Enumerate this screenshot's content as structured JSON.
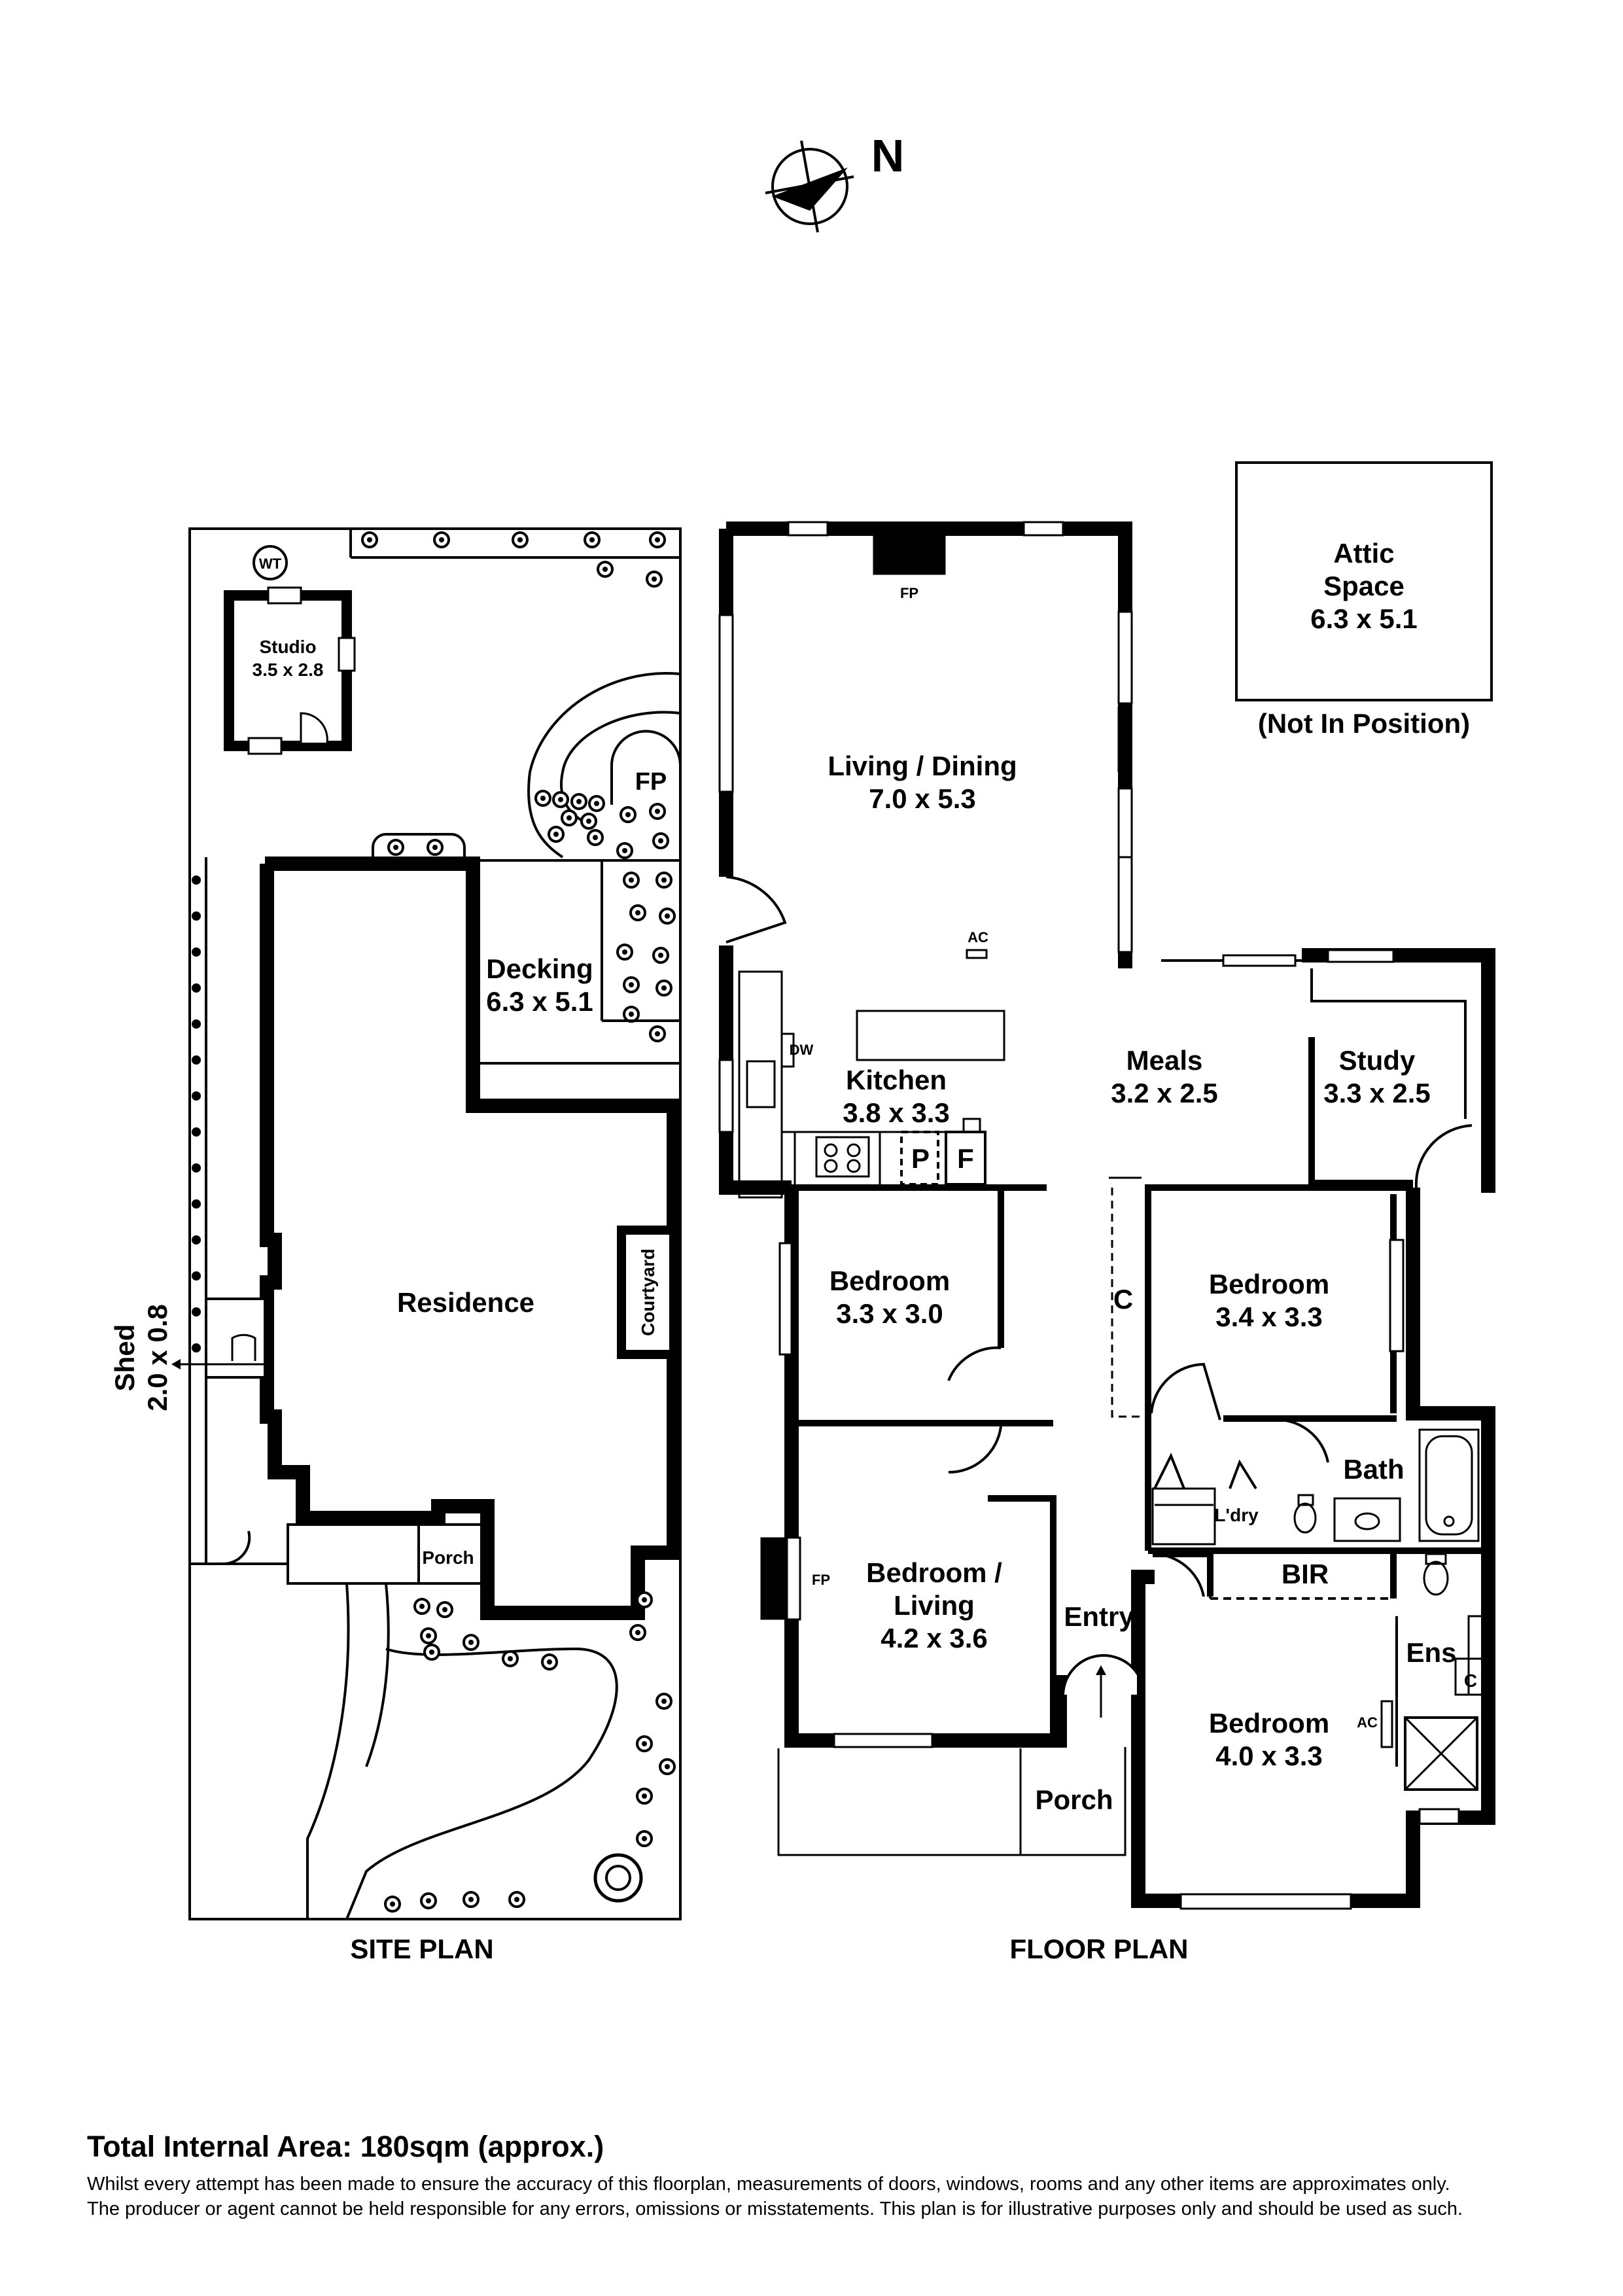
{
  "compass": {
    "label": "N"
  },
  "site_plan": {
    "title": "SITE PLAN",
    "labels": {
      "wt": "WT",
      "studio_name": "Studio",
      "studio_dim": "3.5 x 2.8",
      "fp": "FP",
      "decking_name": "Decking",
      "decking_dim": "6.3 x 5.1",
      "residence": "Residence",
      "courtyard": "Courtyard",
      "shed_name": "Shed",
      "shed_dim": "2.0 x 0.8",
      "porch": "Porch"
    }
  },
  "floor_plan": {
    "title": "FLOOR PLAN",
    "rooms": {
      "living_name": "Living / Dining",
      "living_dim": "7.0 x 5.3",
      "fp_top": "FP",
      "ac1": "AC",
      "dw": "DW",
      "kitchen_name": "Kitchen",
      "kitchen_dim": "3.8 x 3.3",
      "pantry": "P",
      "fridge": "F",
      "meals_name": "Meals",
      "meals_dim": "3.2 x 2.5",
      "study_name": "Study",
      "study_dim": "3.3 x 2.5",
      "bed1_name": "Bedroom",
      "bed1_dim": "3.3 x 3.0",
      "cupboard": "C",
      "bed2_name": "Bedroom",
      "bed2_dim": "3.4 x 3.3",
      "bath": "Bath",
      "laundry": "L'dry",
      "bir": "BIR",
      "ens": "Ens",
      "ens_c": "C",
      "bed3_name1": "Bedroom /",
      "bed3_name2": "Living",
      "bed3_dim": "4.2 x 3.6",
      "fp_bed3": "FP",
      "entry": "Entry",
      "bed4_name": "Bedroom",
      "bed4_dim": "4.0 x 3.3",
      "ac2": "AC",
      "porch": "Porch"
    }
  },
  "attic": {
    "name1": "Attic",
    "name2": "Space",
    "dim": "6.3 x 5.1",
    "note": "(Not In Position)"
  },
  "footer": {
    "area": "Total Internal Area: 180sqm (approx.)",
    "disclaimer_1": "Whilst every attempt has been made to ensure the accuracy of this floorplan, measurements of doors, windows, rooms and any other items are approximates only.",
    "disclaimer_2": "The producer or agent cannot be held responsible for any errors, omissions or misstatements. This plan is for illustrative purposes only and should be used as such."
  }
}
